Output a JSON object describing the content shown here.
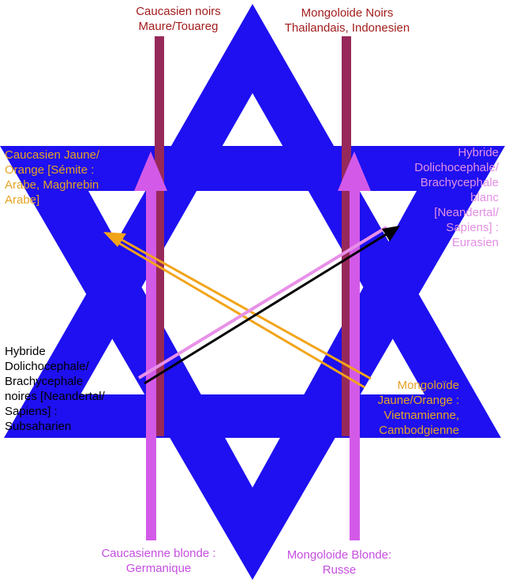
{
  "colors": {
    "star": "#1e10f0",
    "maroon_bar": "#96295a",
    "violet_bar": "#d35ae8",
    "orange": "#f2a419",
    "pink": "#e890e8",
    "black": "#000000",
    "maroon_text": "#a21d1d",
    "orange_text": "#e6a322",
    "violet_text": "#c64ee0",
    "pink_text": "#e28fe4",
    "black_text": "#000000"
  },
  "labels": {
    "top_left": "Caucasien noirs\nMaure/Touareg",
    "top_right": "Mongoloide Noirs\nThailandais, Indonesien",
    "left_upper": "Caucasien Jaune/\nOrange [Sémite :\nArabe, Maghrebin\nArabe]",
    "right_upper": "Hybride\nDolichocephale/\nBrachycephale\nblanc\n[Neandertal/\nSapiens] :\nEurasien",
    "left_lower": "Hybride\nDolichocephale/\nBrachycephale\nnoires [Neandertal/\nSapiens] :\nSubsaharien",
    "right_lower": "Mongoloïde\nJaune/Orange :\nVietnamienne,\nCambodgienne",
    "bottom_left": "Caucasienne blonde :\nGermanique",
    "bottom_right": "Mongoloide Blonde:\nRusse"
  }
}
